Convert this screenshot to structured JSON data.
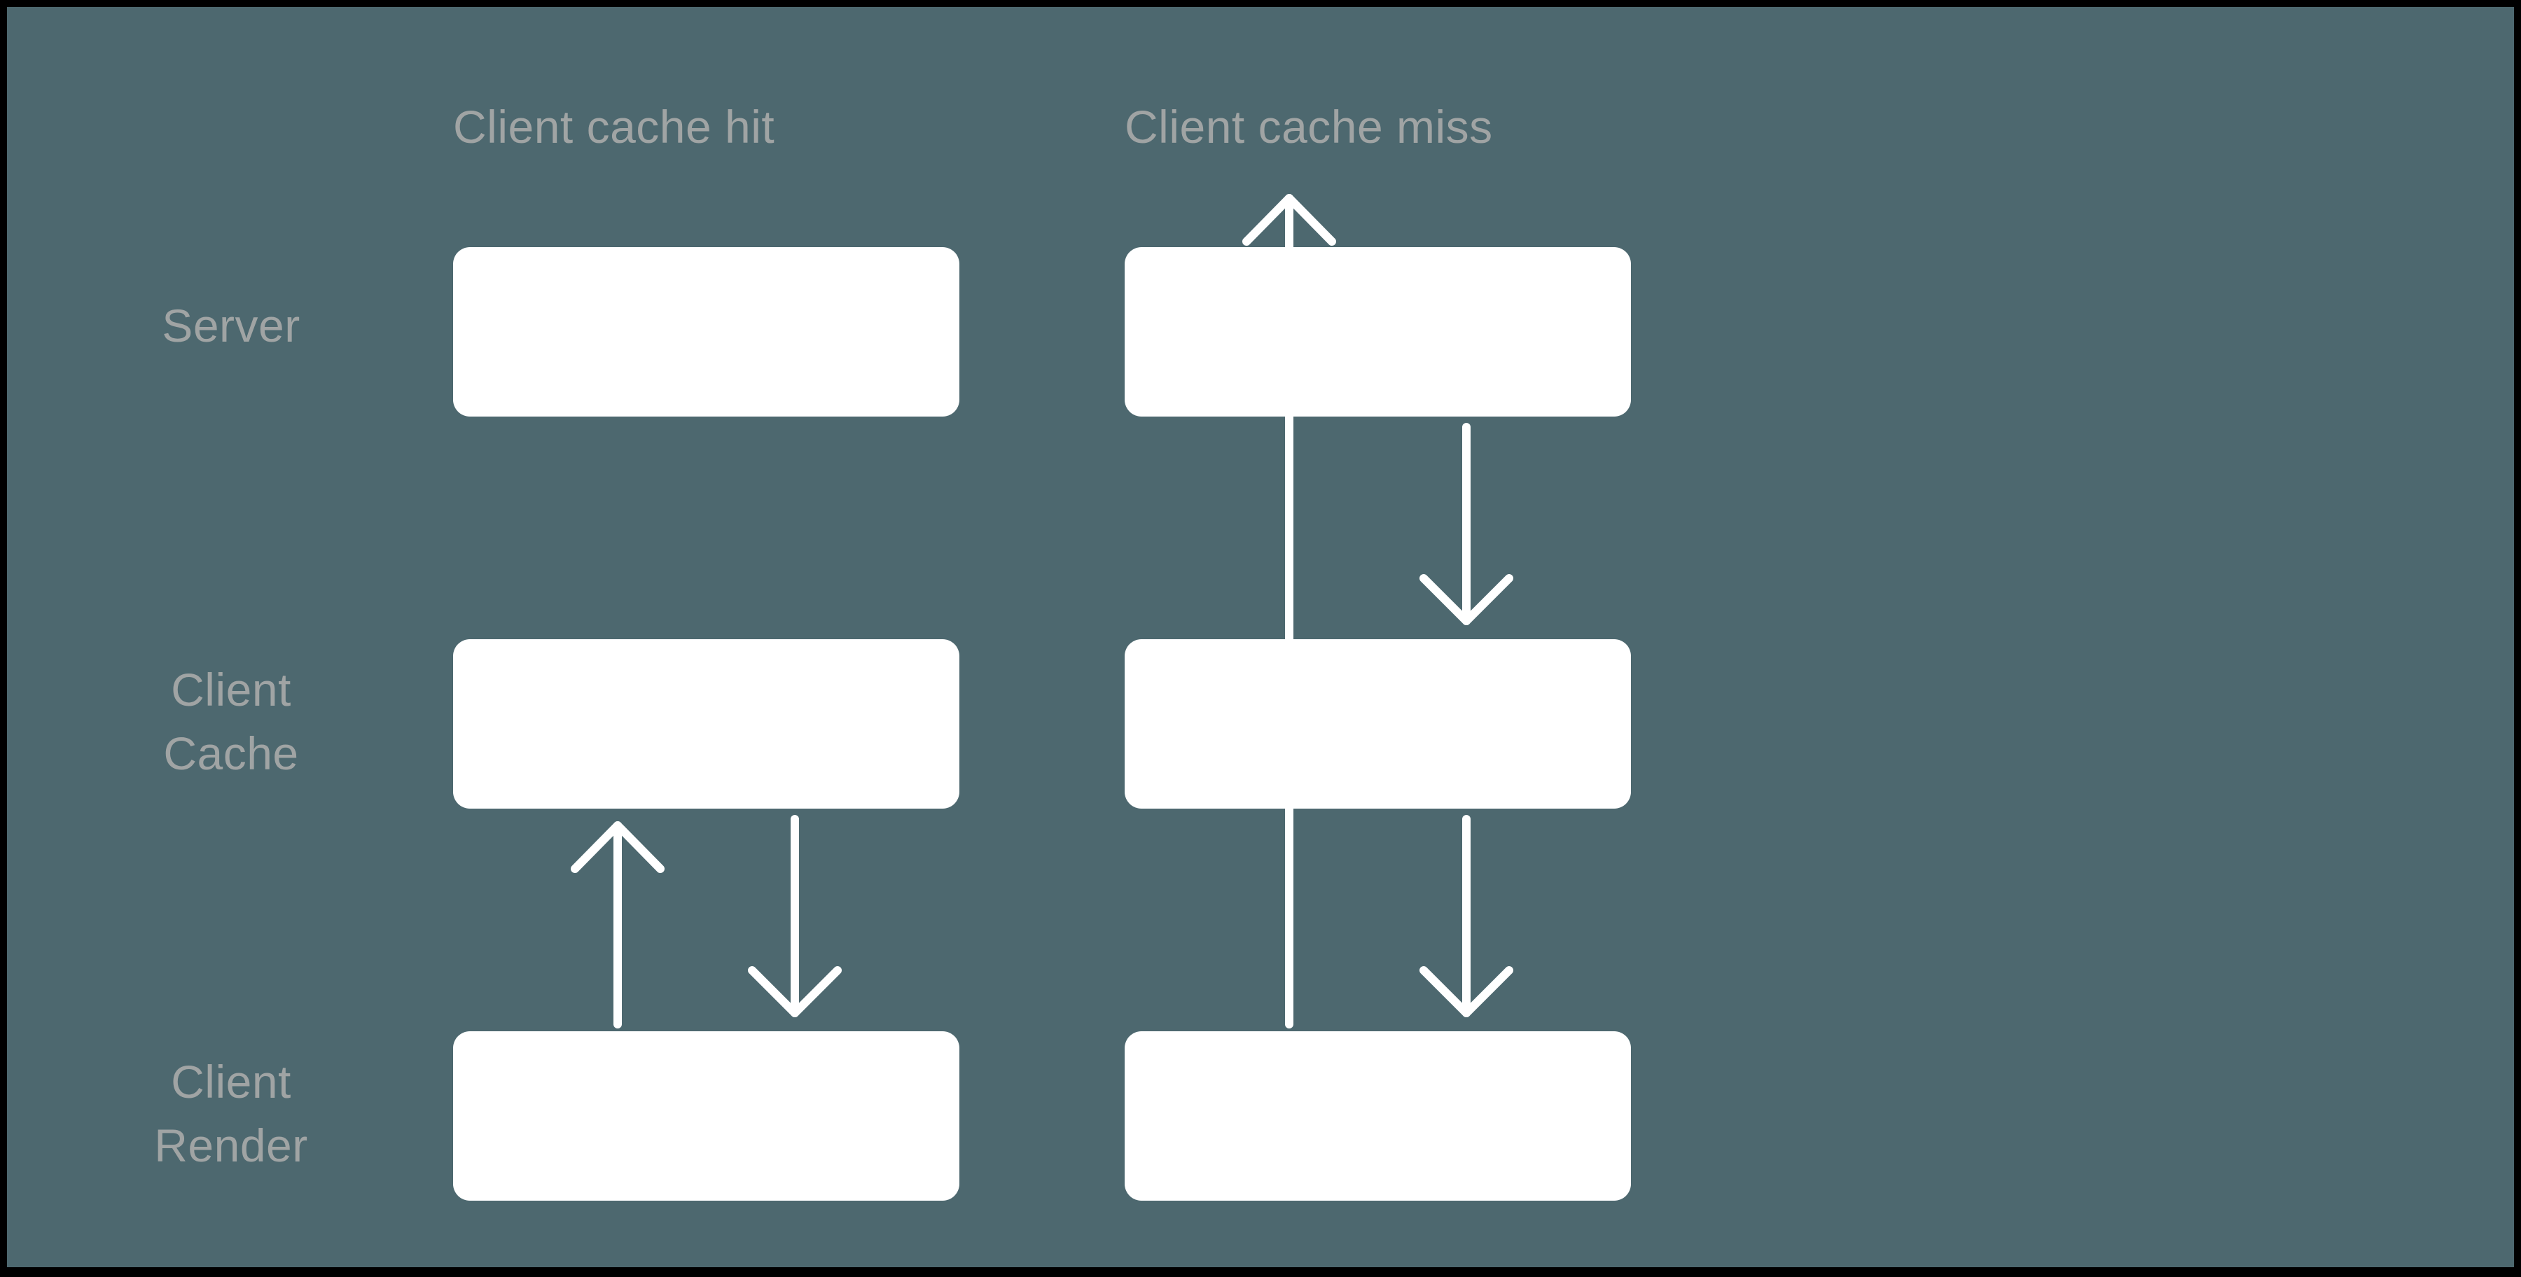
{
  "diagram": {
    "title_present": false,
    "background_color": "#4D686F",
    "border_color": "#000000",
    "node_color": "#FFFFFF",
    "label_color": "#A0A4A4",
    "arrow_color": "#FFFFFF",
    "columns": [
      {
        "id": "client-cache-hit",
        "label": "Client cache hit"
      },
      {
        "id": "client-cache-miss",
        "label": "Client cache miss"
      }
    ],
    "rows": [
      {
        "id": "server",
        "label": "Server"
      },
      {
        "id": "client-cache",
        "label": "Client\nCache",
        "line1": "Client",
        "line2": "Cache"
      },
      {
        "id": "client-render",
        "label": "Client\nRender",
        "line1": "Client",
        "line2": "Render"
      }
    ],
    "nodes": [
      {
        "column": "client-cache-hit",
        "row": "server",
        "label": ""
      },
      {
        "column": "client-cache-hit",
        "row": "client-cache",
        "label": ""
      },
      {
        "column": "client-cache-hit",
        "row": "client-render",
        "label": ""
      },
      {
        "column": "client-cache-miss",
        "row": "server",
        "label": ""
      },
      {
        "column": "client-cache-miss",
        "row": "client-cache",
        "label": ""
      },
      {
        "column": "client-cache-miss",
        "row": "client-render",
        "label": ""
      }
    ],
    "arrows": [
      {
        "id": "hit-render-to-cache",
        "column": "client-cache-hit",
        "from": "client-render",
        "to": "client-cache",
        "direction": "up",
        "label": ""
      },
      {
        "id": "hit-cache-to-render",
        "column": "client-cache-hit",
        "from": "client-cache",
        "to": "client-render",
        "direction": "down",
        "label": ""
      },
      {
        "id": "miss-render-to-server",
        "column": "client-cache-miss",
        "from": "client-render",
        "to": "server",
        "direction": "up",
        "label": ""
      },
      {
        "id": "miss-server-to-cache",
        "column": "client-cache-miss",
        "from": "server",
        "to": "client-cache",
        "direction": "down",
        "label": ""
      },
      {
        "id": "miss-cache-to-render",
        "column": "client-cache-miss",
        "from": "client-cache",
        "to": "client-render",
        "direction": "down",
        "label": ""
      }
    ]
  }
}
